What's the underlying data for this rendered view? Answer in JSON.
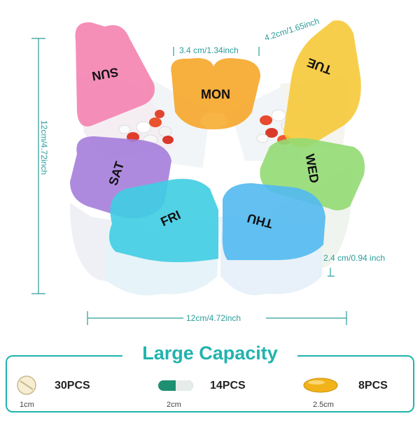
{
  "dimensions": {
    "lid_width": "3.4 cm/1.34inch",
    "lid_length": "4.2cm/1.65inch",
    "total_height_side": "12cm/4.72inch",
    "total_width": "12cm/4.72inch",
    "compartment_depth": "2.4 cm/0.94 inch"
  },
  "days": {
    "sun": "SUN",
    "mon": "MON",
    "tue": "TUE",
    "wed": "WED",
    "thu": "THU",
    "fri": "FRI",
    "sat": "SAT"
  },
  "colors": {
    "sun": "#f07aa8",
    "mon": "#f6a629",
    "tue": "#f5c93a",
    "wed": "#8fd86e",
    "thu": "#4fb8ee",
    "fri": "#43cfe0",
    "sat": "#a678dc",
    "accent": "#21b3ad"
  },
  "capacity": {
    "title": "Large Capacity",
    "items": [
      {
        "count": "30PCS",
        "size": "1cm",
        "icon": "round-tablet-icon"
      },
      {
        "count": "14PCS",
        "size": "2cm",
        "icon": "capsule-icon"
      },
      {
        "count": "8PCS",
        "size": "2.5cm",
        "icon": "softgel-icon"
      }
    ]
  }
}
